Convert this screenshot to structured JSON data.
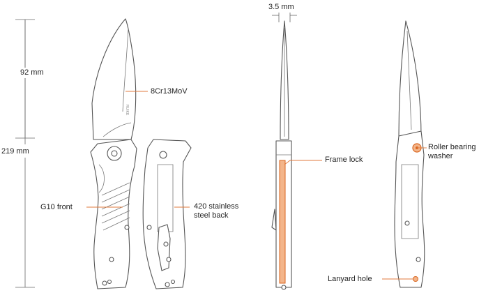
{
  "dimensions": {
    "blade_length": "92 mm",
    "overall_length": "219 mm",
    "blade_thickness": "3.5 mm"
  },
  "callouts": {
    "blade_steel": "8Cr13MoV",
    "handle_front": "G10 front",
    "handle_back_line1": "420 stainless",
    "handle_back_line2": "steel back",
    "lock": "Frame lock",
    "pivot_line1": "Roller bearing",
    "pivot_line2": "washer",
    "lanyard": "Lanyard hole"
  },
  "blade_marking": "RUIKE",
  "colors": {
    "outline": "#555555",
    "dimension_line": "#777777",
    "leader": "#e07a3c",
    "accent": "#d9651f"
  }
}
